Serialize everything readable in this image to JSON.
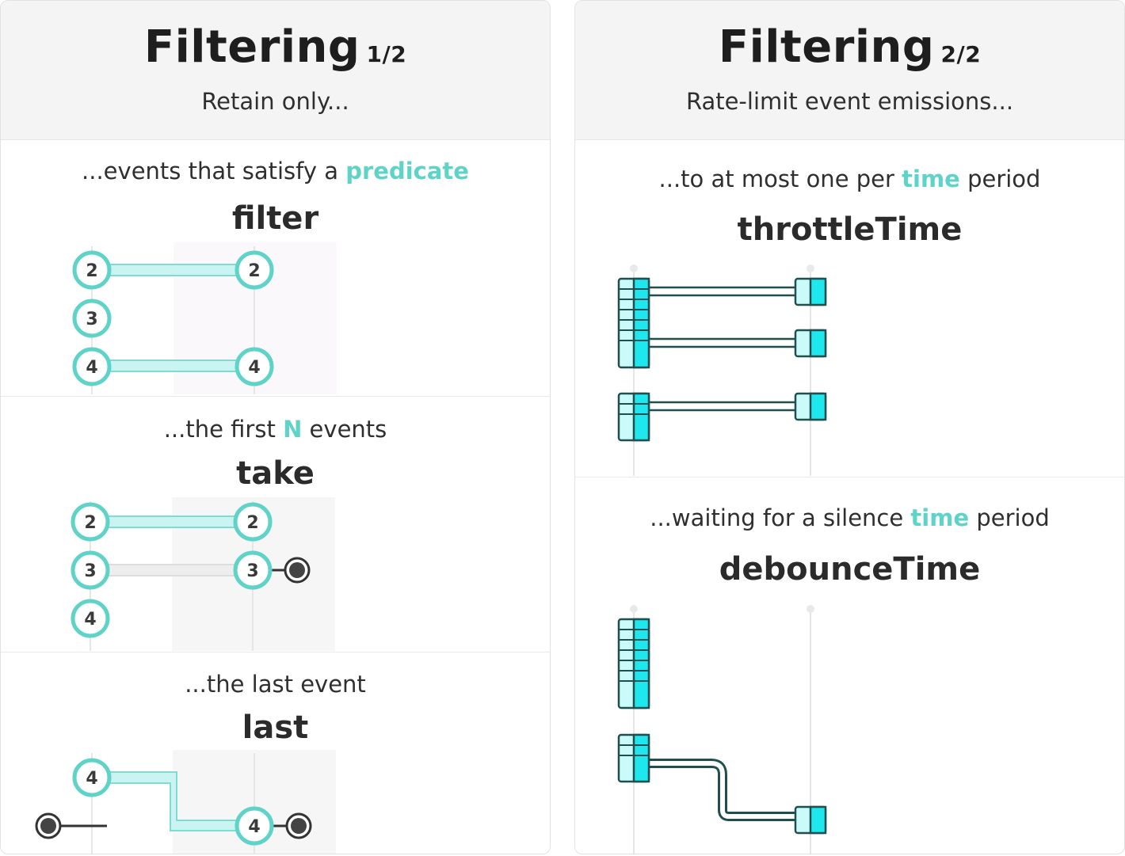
{
  "left_card": {
    "title": "Filtering",
    "page": "1/2",
    "subtitle": "Retain only...",
    "sections": [
      {
        "caption_pre": "...events that satisfy a ",
        "caption_hl": "predicate",
        "caption_post": "",
        "operator": "filter",
        "inputs": [
          "2",
          "3",
          "4"
        ],
        "outputs": [
          "2",
          "4"
        ]
      },
      {
        "caption_pre": "...the first ",
        "caption_hl": "N",
        "caption_post": " events",
        "operator": "take",
        "inputs": [
          "2",
          "3",
          "4"
        ],
        "outputs": [
          "2",
          "3"
        ]
      },
      {
        "caption_pre": "...the last event",
        "caption_hl": "",
        "caption_post": "",
        "operator": "last",
        "inputs": [
          "4"
        ],
        "outputs": [
          "4"
        ]
      }
    ]
  },
  "right_card": {
    "title": "Filtering",
    "page": "2/2",
    "subtitle": "Rate-limit event emissions...",
    "sections": [
      {
        "caption_pre": "...to at most one per ",
        "caption_hl": "time",
        "caption_post": " period",
        "operator": "throttleTime"
      },
      {
        "caption_pre": "...waiting for a silence ",
        "caption_hl": "time",
        "caption_post": " period",
        "operator": "debounceTime"
      }
    ]
  },
  "colors": {
    "accent": "#5fd3c8",
    "accent_fill": "#1ee8ee",
    "accent_light": "#c9f4f1",
    "dark_stroke": "#1f4f4f",
    "lane_bg": "#f6f6f6"
  }
}
